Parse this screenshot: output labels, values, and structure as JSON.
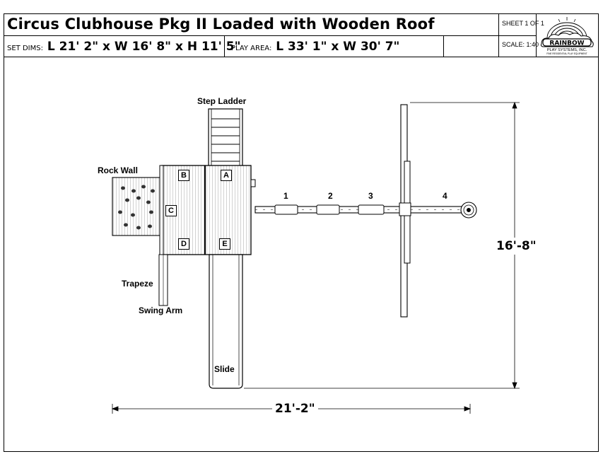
{
  "title": "Circus Clubhouse Pkg II Loaded with Wooden Roof",
  "sheet": "SHEET 1 OF 1",
  "scale": "SCALE: 1:40",
  "set_dims": {
    "label": "SET DIMS:",
    "value": "L 21' 2\" x W 16' 8\" x H 11' 5\""
  },
  "play_area": {
    "label": "PLAY AREA:",
    "value": "L 33' 1\" x W 30' 7\""
  },
  "logo": {
    "name": "RAINBOW",
    "sub": "PLAY SYSTEMS, INC.",
    "tagline": "FINE RESIDENTIAL PLAY EQUIPMENT"
  },
  "components": {
    "step_ladder": "Step Ladder",
    "rock_wall": "Rock Wall",
    "trapeze": "Trapeze",
    "swing_arm": "Swing Arm",
    "slide": "Slide"
  },
  "deck_letters": {
    "a": "A",
    "b": "B",
    "c": "C",
    "d": "D",
    "e": "E"
  },
  "swing_positions": [
    "1",
    "2",
    "3",
    "4"
  ],
  "dimensions": {
    "width": "21'-2\"",
    "depth": "16'-8\""
  }
}
